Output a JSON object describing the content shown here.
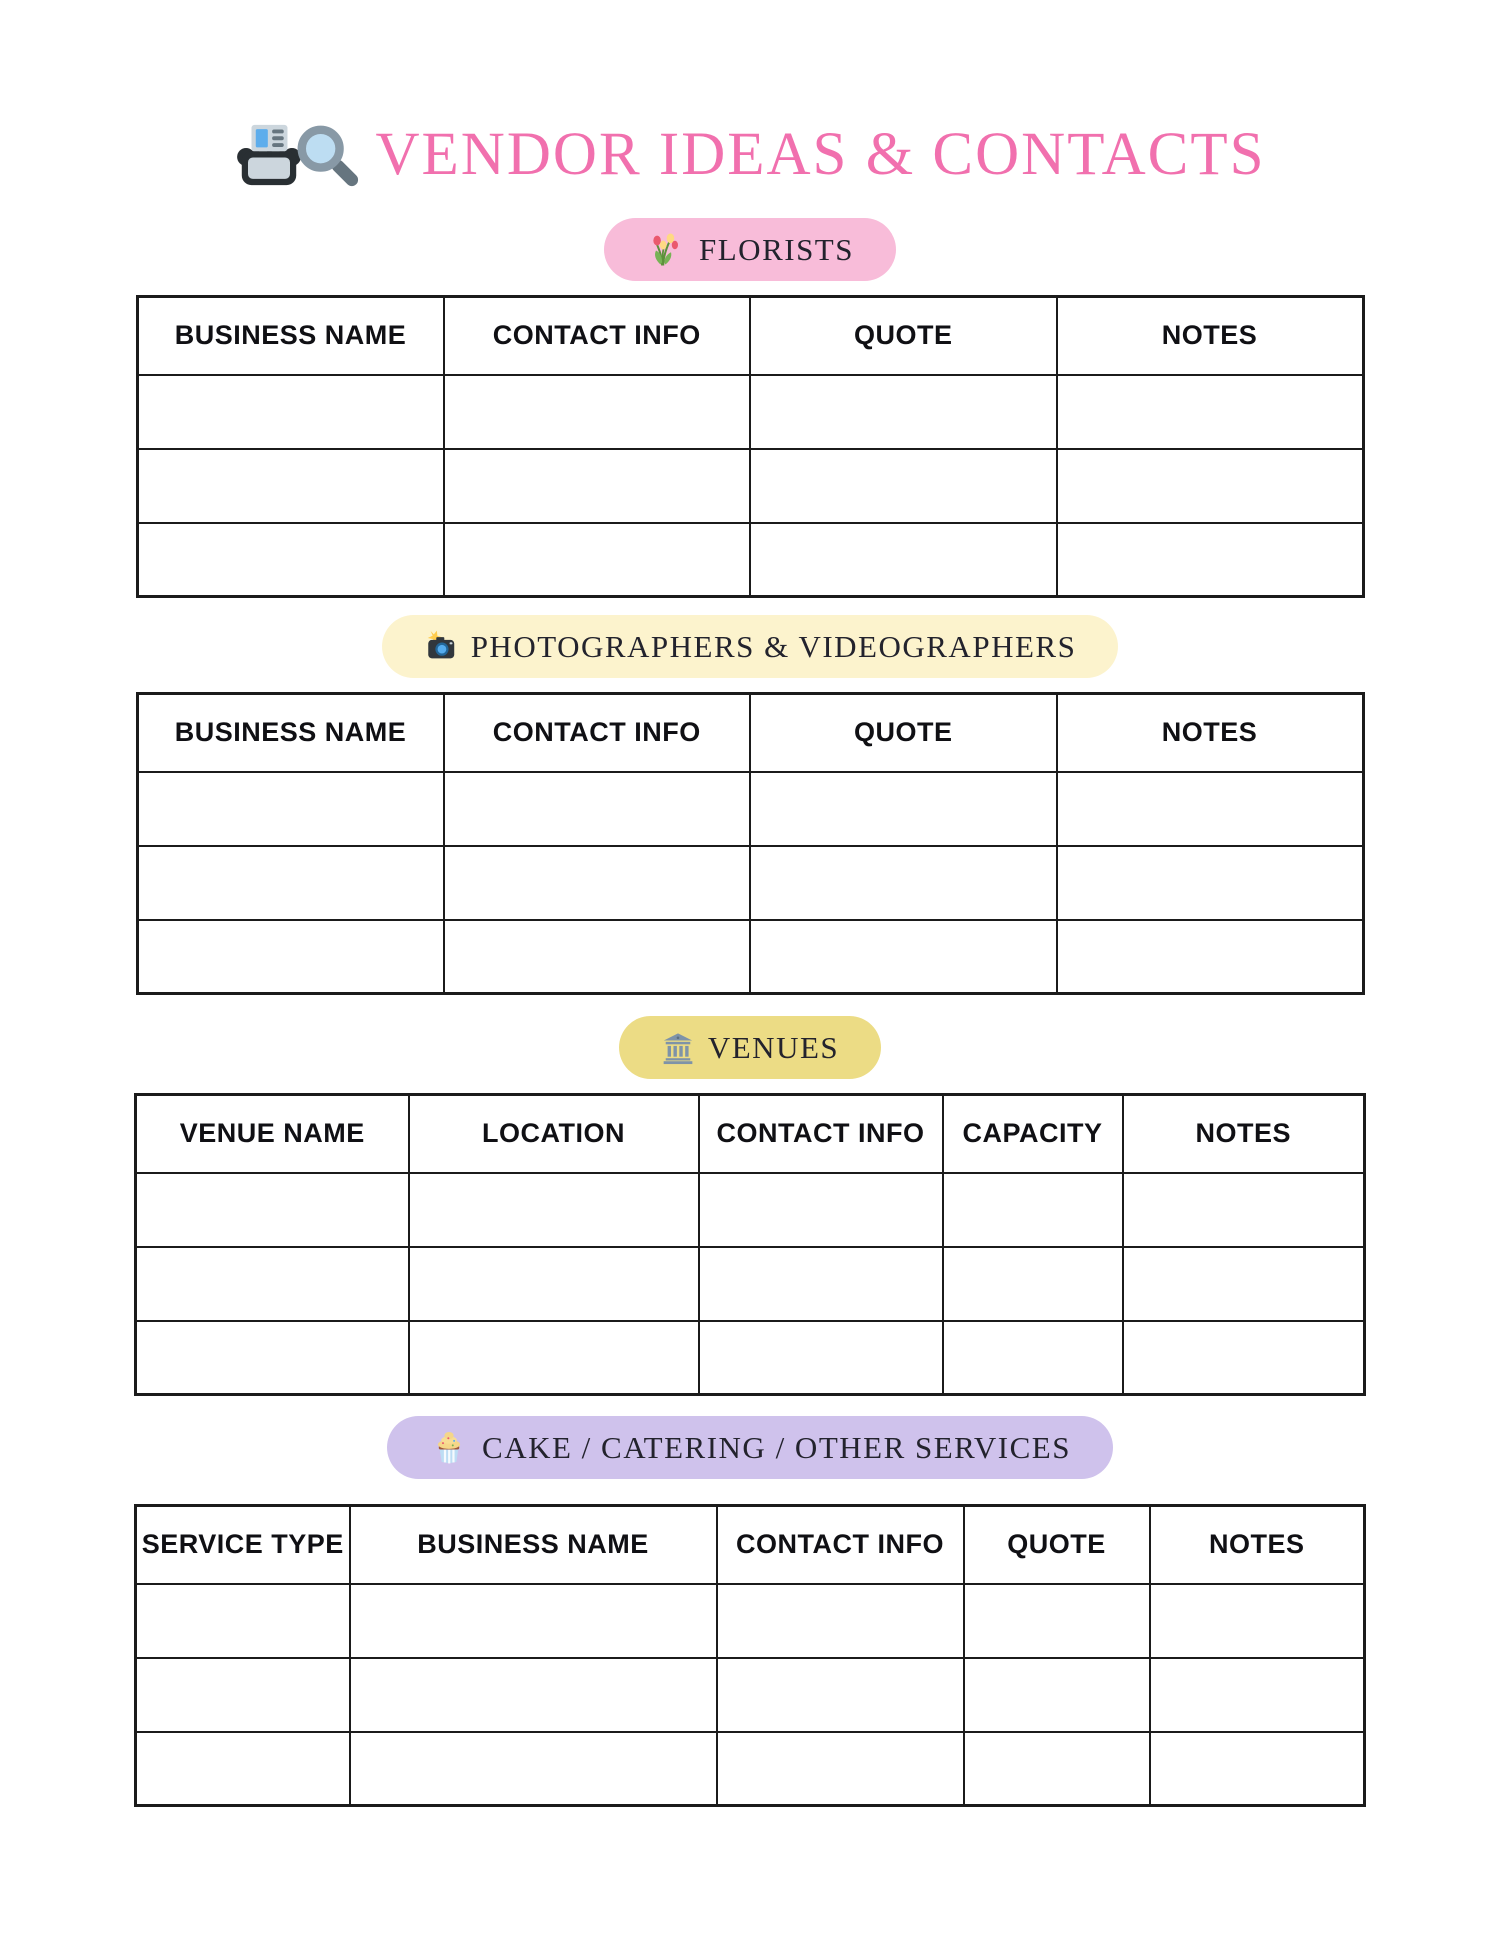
{
  "title": {
    "text": "VENDOR IDEAS & CONTACTS",
    "color": "#f170ae",
    "icons": [
      "fax-printer-icon",
      "magnifying-glass-icon"
    ]
  },
  "colors": {
    "page_background": "#ffffff",
    "table_border": "#1b1b1b",
    "badge_text": "#23232d",
    "header_text": "#101014"
  },
  "sections": [
    {
      "name": "florists",
      "badge": {
        "label": "FLORISTS",
        "icon": "bouquet-icon",
        "bg": "#f8bcd9"
      },
      "columns": [
        "BUSINESS NAME",
        "CONTACT INFO",
        "QUOTE",
        "NOTES"
      ],
      "rows": [
        [
          "",
          "",
          "",
          ""
        ],
        [
          "",
          "",
          "",
          ""
        ],
        [
          "",
          "",
          "",
          ""
        ]
      ]
    },
    {
      "name": "photographers-videographers",
      "badge": {
        "label": "PHOTOGRAPHERS & VIDEOGRAPHERS",
        "icon": "camera-flash-icon",
        "bg": "#fcf3cd"
      },
      "columns": [
        "BUSINESS NAME",
        "CONTACT INFO",
        "QUOTE",
        "NOTES"
      ],
      "rows": [
        [
          "",
          "",
          "",
          ""
        ],
        [
          "",
          "",
          "",
          ""
        ],
        [
          "",
          "",
          "",
          ""
        ]
      ]
    },
    {
      "name": "venues",
      "badge": {
        "label": "VENUES",
        "icon": "bank-building-icon",
        "bg": "#ecdc85"
      },
      "columns": [
        "VENUE NAME",
        "LOCATION",
        "CONTACT INFO",
        "CAPACITY",
        "NOTES"
      ],
      "rows": [
        [
          "",
          "",
          "",
          "",
          ""
        ],
        [
          "",
          "",
          "",
          "",
          ""
        ],
        [
          "",
          "",
          "",
          "",
          ""
        ]
      ]
    },
    {
      "name": "cake-catering-other-services",
      "badge": {
        "label": "CAKE / CATERING / OTHER SERVICES",
        "icon": "cupcake-icon",
        "bg": "#cfc2ec"
      },
      "columns": [
        "SERVICE TYPE",
        "BUSINESS NAME",
        "CONTACT INFO",
        "QUOTE",
        "NOTES"
      ],
      "rows": [
        [
          "",
          "",
          "",
          "",
          ""
        ],
        [
          "",
          "",
          "",
          "",
          ""
        ],
        [
          "",
          "",
          "",
          "",
          ""
        ]
      ]
    }
  ]
}
